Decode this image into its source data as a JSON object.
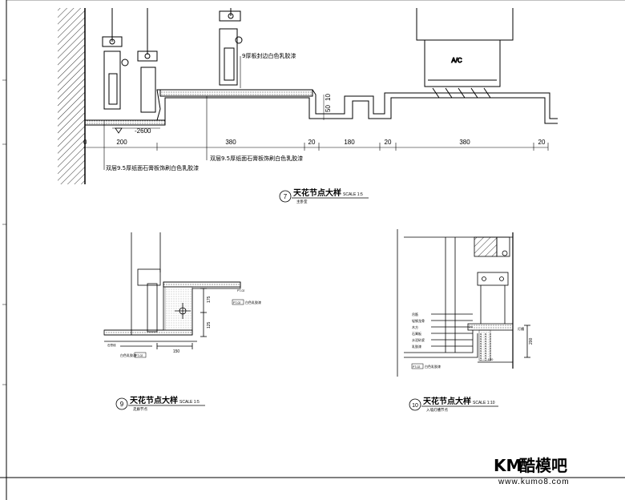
{
  "drawing": {
    "sheet_title": "",
    "details": [
      {
        "number": "7",
        "title": "天花节点大样",
        "scale": "SCALE 1:5",
        "subtitle": "主卧室",
        "dimensions": [
          "200",
          "380",
          "20",
          "180",
          "20",
          "380",
          "20"
        ],
        "vertical_dims": [
          "50",
          "10"
        ],
        "elevation": "-2600",
        "zero_mark": "0",
        "unit_label": "A/C",
        "notes": [
          "9厚板封边白色乳胶漆",
          "双层9.5厚纸面石膏板饰刷白色乳胶漆",
          "双层9.5厚纸面石膏板饰刷白色乳胶漆"
        ]
      },
      {
        "number": "9",
        "title": "天花节点大样",
        "scale": "SCALE 1:5",
        "subtitle": "走廊节点",
        "dims_vertical": [
          "175",
          "125"
        ],
        "dims_horizontal": [
          "150"
        ],
        "tags": [
          "PT-02",
          "PT-02",
          "PT-02",
          "石膏线"
        ],
        "notes": [
          "白色乳胶漆",
          "白色乳胶漆"
        ]
      },
      {
        "number": "10",
        "title": "天花节点大样",
        "scale": "SCALE 1:10",
        "subtitle": "入墙灯槽节点",
        "dims_vertical": [
          "200"
        ],
        "dims_horizontal": [
          "100"
        ],
        "labels": [
          "吊筋",
          "轻钢龙骨",
          "木方",
          "石膏板",
          "水泥砂浆",
          "乳胶漆"
        ],
        "tags": [
          "PT-02",
          "灯槽"
        ],
        "notes": [
          "白色乳胶漆"
        ]
      }
    ]
  },
  "watermark": {
    "logo_text": "KM",
    "brand": "酷模吧",
    "url": "www.kumo8.com"
  },
  "colors": {
    "line": "#000000",
    "watermark": "#3aa3e3"
  }
}
